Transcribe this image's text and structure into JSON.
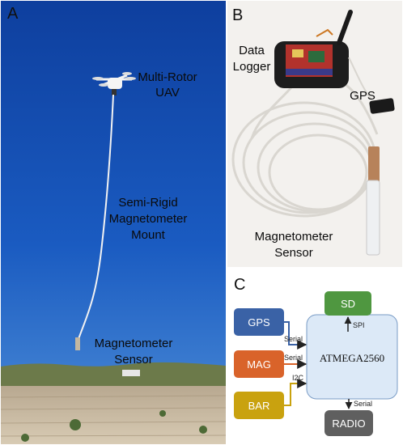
{
  "panel_a": {
    "letter": "A",
    "labels": {
      "uav": [
        "Multi-Rotor",
        "UAV"
      ],
      "mount": [
        "Semi-Rigid",
        "Magnetometer",
        "Mount"
      ],
      "sensor": [
        "Magnetometer",
        "Sensor"
      ]
    }
  },
  "panel_b": {
    "letter": "B",
    "labels": {
      "logger": [
        "Data",
        "Logger"
      ],
      "gps": "GPS",
      "sensor": [
        "Magnetometer",
        "Sensor"
      ]
    }
  },
  "panel_c": {
    "letter": "C",
    "blocks": {
      "gps": "GPS",
      "mag": "MAG",
      "bar": "BAR",
      "sd": "SD",
      "mcu": "ATMEGA2560",
      "radio": "RADIO"
    },
    "links": {
      "gps": "Serial",
      "mag": "Serial",
      "bar": "I2C",
      "sd": "SPI",
      "radio": "Serial"
    },
    "colors": {
      "gps": "#3a62a6",
      "mag": "#d9632a",
      "bar": "#c9a20f",
      "sd": "#4f9740",
      "mcu": "#dce9f7",
      "radio": "#5f5f5f"
    }
  }
}
